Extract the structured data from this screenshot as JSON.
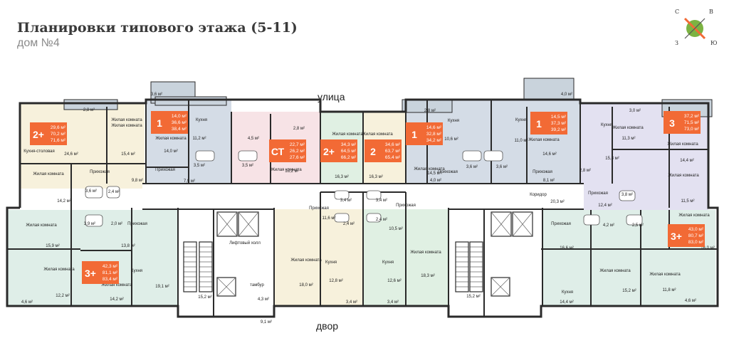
{
  "header": {
    "title": "Планировки типового этажа (5-11)",
    "subtitle": "дом №4"
  },
  "streets": {
    "top": "улица",
    "bottom": "двор"
  },
  "compass": {
    "n": "С",
    "e": "В",
    "w": "З",
    "s": "Ю"
  },
  "colors": {
    "orange": "#f26a35",
    "wall": "#2a2a2a",
    "cream": "#f7f1dc",
    "blue": "#d4dce6",
    "pink": "#f7e3e6",
    "green": "#e0f0e3",
    "lavender": "#e3e1f1",
    "mint": "#dfeee8",
    "corridor": "#ffffff"
  },
  "badges": [
    {
      "rooms": "2+",
      "areas": [
        "29,6 м²",
        "70,2 м²",
        "71,6 м²"
      ]
    },
    {
      "rooms": "1",
      "areas": [
        "14,0 м²",
        "36,6 м²",
        "38,4 м²"
      ]
    },
    {
      "rooms": "СТ",
      "areas": [
        "22,7 м²",
        "26,2 м²",
        "27,6 м²"
      ]
    },
    {
      "rooms": "2+",
      "areas": [
        "34,3 м²",
        "64,5 м²",
        "66,2 м²"
      ]
    },
    {
      "rooms": "2",
      "areas": [
        "34,6 м²",
        "63,7 м²",
        "65,4 м²"
      ]
    },
    {
      "rooms": "1",
      "areas": [
        "14,6 м²",
        "32,8 м²",
        "34,2 м²"
      ]
    },
    {
      "rooms": "1",
      "areas": [
        "14,5 м²",
        "37,3 м²",
        "39,2 м²"
      ]
    },
    {
      "rooms": "3",
      "areas": [
        "37,2 м²",
        "71,5 м²",
        "73,0 м²"
      ]
    },
    {
      "rooms": "3+",
      "areas": [
        "42,3 м²",
        "81,1 м²",
        "83,4 м²"
      ]
    },
    {
      "rooms": "3+",
      "areas": [
        "43,0 м²",
        "80,7 м²",
        "83,0 м²"
      ]
    }
  ],
  "labels": [
    "3,6 м²",
    "4,0 м²",
    "2,8 м²",
    "2,8 м²",
    "2,8 м²",
    "3,0 м²",
    "Жилая комната",
    "Жилая комната",
    "Кухня-столовая",
    "24,6 м²",
    "15,4 м²",
    "Кухня",
    "Жилая комната",
    "14,0 м²",
    "11,2 м²",
    "Прихожая",
    "7,9 м²",
    "4,5 м²",
    "3,5 м²",
    "3,5 м²",
    "Жилая комната",
    "18,2 м²",
    "Жилая комната",
    "16,3 м²",
    "Жилая комната",
    "16,3 м²",
    "Кухня",
    "10,6 м²",
    "Кухня",
    "11,0 м²",
    "Жилая комната",
    "14,6 м²",
    "Прихожая",
    "4,0 м²",
    "3,6 м²",
    "3,6 м²",
    "Жилая комната",
    "14,5 м²",
    "Прихожая",
    "8,1 м²",
    "Кухня",
    "15,3 м²",
    "Жилая комната",
    "11,3 м²",
    "Жилая комната",
    "14,4 м²",
    "2,8 м²",
    "Жилая комната",
    "Прихожая",
    "9,8 м²",
    "14,2 м²",
    "3,6 м²",
    "2,4 м²",
    "Коридор",
    "Прихожая",
    "20,3 м²",
    "12,4 м²",
    "3,8 м²",
    "Жилая комната",
    "11,5 м²",
    "Прихожая",
    "3,4 м²",
    "3,4 м²",
    "Прихожая",
    "11,6 м²",
    "2,4 м²",
    "2,4 м²",
    "10,5 м²",
    "Жилая комната",
    "15,9 м²",
    "3,9 м²",
    "2,0 м²",
    "Прихожая",
    "13,8 м²",
    "Лифтовый холл",
    "Жилая комната",
    "18,0 м²",
    "Кухня",
    "12,8 м²",
    "Кухня",
    "12,6 м²",
    "Жилая комната",
    "18,3 м²",
    "Прихожая",
    "4,2 м²",
    "2,5 м²",
    "Жилая комната",
    "16,6 м²",
    "16,0 м²",
    "Жилая комната",
    "12,2 м²",
    "Кухня",
    "Жилая комната",
    "14,2 м²",
    "19,1 м²",
    "4,6 м²",
    "15,2 м²",
    "тамбур",
    "4,3 м²",
    "3,4 м²",
    "3,4 м²",
    "15,2 м²",
    "Кухня",
    "14,4 м²",
    "Жилая комната",
    "15,2 м²",
    "Жилая комната",
    "11,8 м²",
    "4,6 м²",
    "9,1 м²"
  ]
}
